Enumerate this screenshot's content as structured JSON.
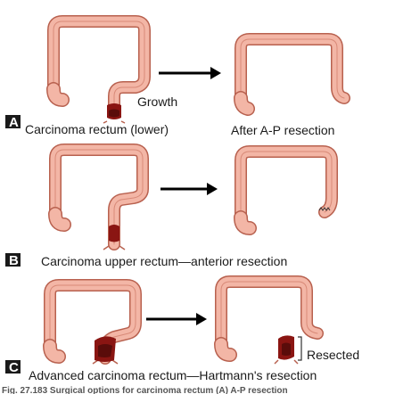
{
  "panels": [
    {
      "letter": "A",
      "label": "Carcinoma rectum (lower)",
      "result_label": "After A-P resection",
      "growth_label": "Growth"
    },
    {
      "letter": "B",
      "label": "Carcinoma upper rectum—anterior resection"
    },
    {
      "letter": "C",
      "label": "Advanced carcinoma rectum—Hartmann's resection",
      "resected_label": "Resected"
    }
  ],
  "figure_caption": "Fig. 27.183 Surgical options for carcinoma rectum (A) A-P resection",
  "colors": {
    "colon_outline": "#b8614f",
    "colon_fill": "#f3b6a6",
    "tumor": "#8a1512",
    "letter_box": "#1a1a1a"
  }
}
